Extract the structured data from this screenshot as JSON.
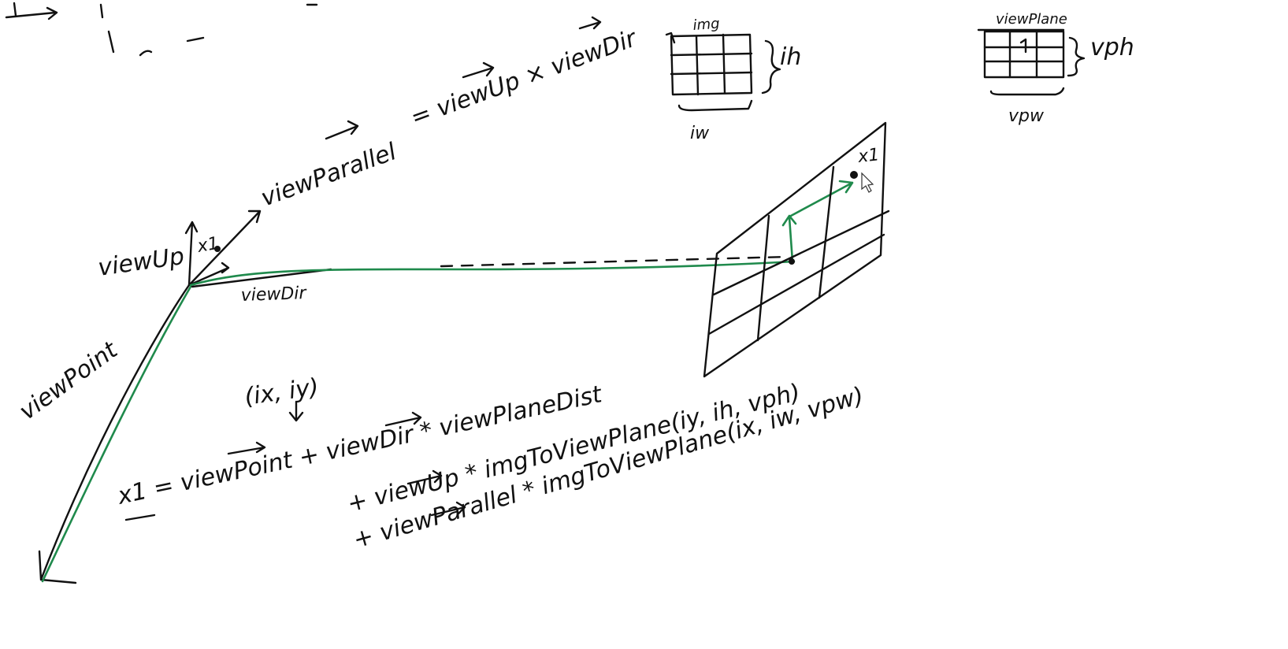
{
  "labels": {
    "view_up": "viewUp",
    "view_point": "viewPoint",
    "view_dir": "viewDir",
    "view_parallel": "viewParallel",
    "view_parallel_def": "= viewUp × viewDir",
    "img": "img",
    "ih": "ih",
    "iw": "iw",
    "view_plane": "viewPlane",
    "vph": "vph",
    "vpw": "vpw",
    "x1_small": "x1",
    "x1_plane": "x1",
    "ix_iy": "(ix, iy)"
  },
  "formula": {
    "line1": "x1 = viewPoint + viewDir * viewPlaneDist",
    "line2": "+ viewUp * imgToViewPlane(iy, ih, vph)",
    "line3": "+ viewParallel * imgToViewPlane(ix, iw, vpw)"
  },
  "colors": {
    "ink": "#111111",
    "green_ink": "#1f8a4c",
    "background": "#ffffff"
  }
}
